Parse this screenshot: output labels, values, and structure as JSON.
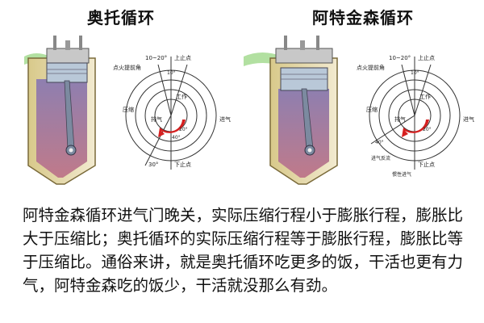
{
  "left": {
    "title": "奥托循环",
    "ignition_label": "点火提前角",
    "crank_angle": "10~20°",
    "tdc": "上止点",
    "bdc": "下止点",
    "inlet_offset": "10°",
    "exhaust_offset": "40°",
    "bottom_angle": "30°",
    "compression": "压缩",
    "exhaust": "排气",
    "power": "工作",
    "intake": "进气",
    "arc_angle": "20°"
  },
  "right": {
    "title": "阿特金森循环",
    "ignition_label": "点火提前角",
    "crank_angle": "10~20°",
    "tdc": "上止点",
    "bdc": "下止点",
    "inlet_offset": "10°",
    "compression": "压缩",
    "exhaust": "排气",
    "power": "工作",
    "intake": "进气",
    "backflow": "进气反流",
    "inertia": "惯性进气",
    "late_close": "40°",
    "arc_angle": "20°"
  },
  "caption": "阿特金森循环进气门晚关，实际压缩行程小于膨胀行程，膨胀比大于压缩比；奥托循环的实际压缩行程等于膨胀行程，膨胀比等于压缩比。通俗来讲，就是奥托循环吃更多的饭，干活也更有力气，阿特金森吃的饭少，干活就没那么有劲。"
}
